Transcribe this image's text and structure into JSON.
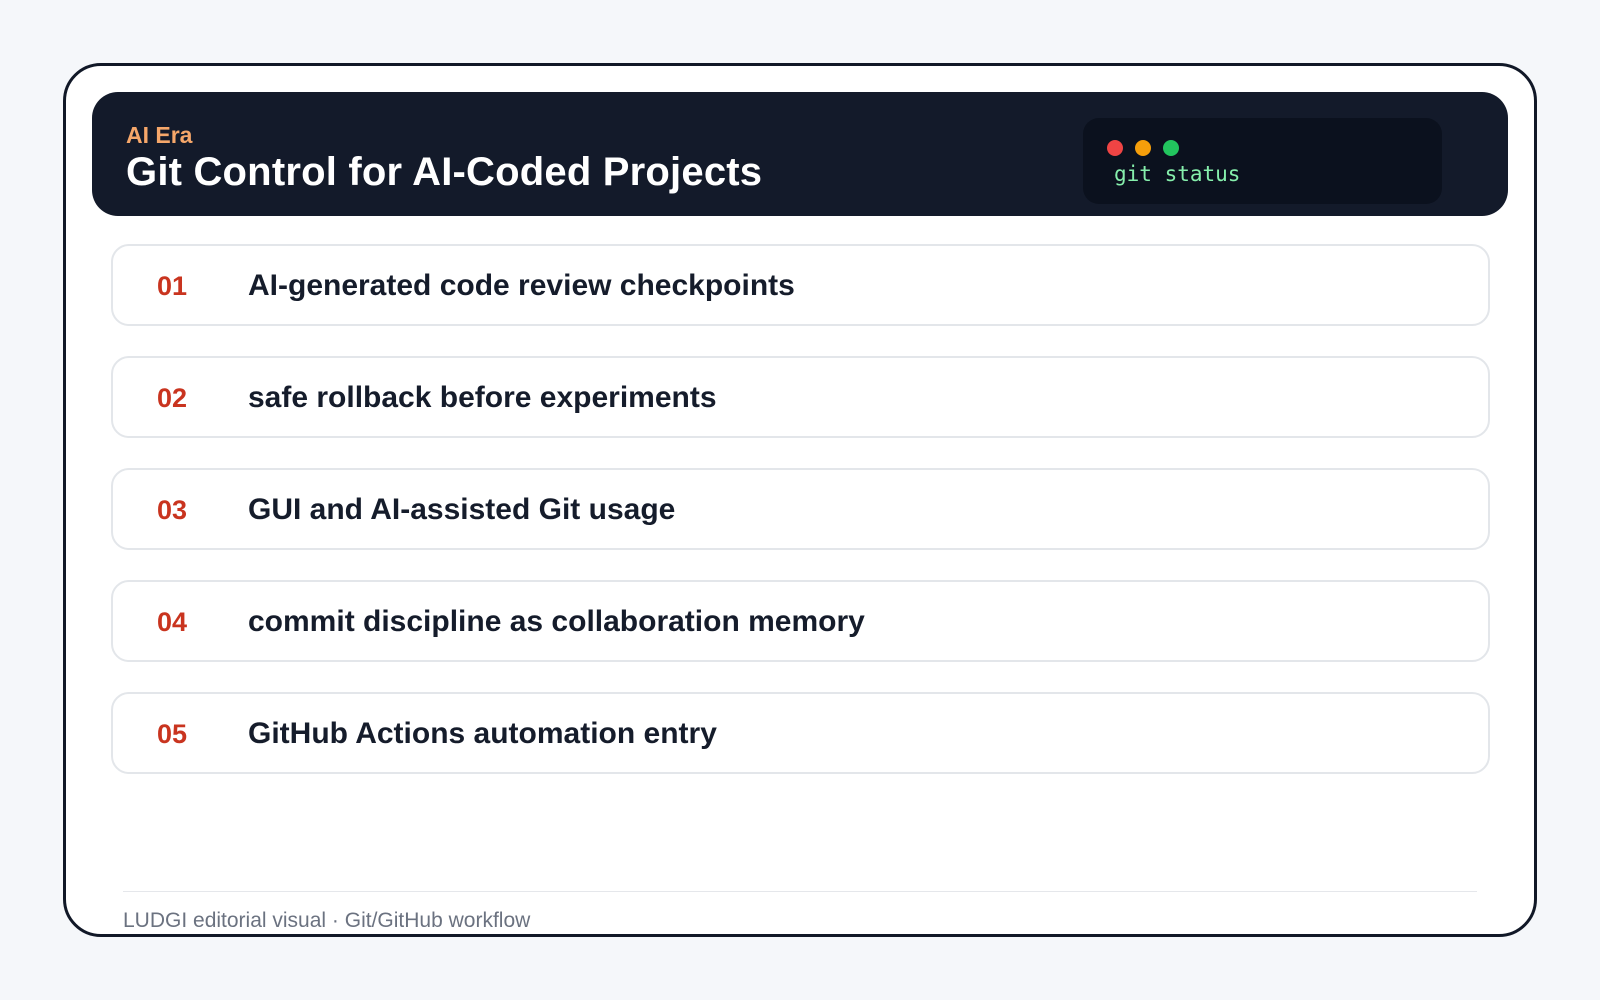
{
  "header": {
    "eyebrow": "AI Era",
    "title": "Git Control for AI-Coded Projects",
    "terminal": {
      "command": "git status",
      "dots": [
        "red",
        "yellow",
        "green"
      ]
    }
  },
  "items": [
    {
      "number": "01",
      "label": "AI-generated code review checkpoints"
    },
    {
      "number": "02",
      "label": "safe rollback before experiments"
    },
    {
      "number": "03",
      "label": "GUI and AI-assisted Git usage"
    },
    {
      "number": "04",
      "label": "commit discipline as collaboration memory"
    },
    {
      "number": "05",
      "label": "GitHub Actions automation entry"
    }
  ],
  "footer": {
    "text": "LUDGI editorial visual · Git/GitHub workflow"
  },
  "colors": {
    "header_bg": "#131a2a",
    "eyebrow": "#f6a76a",
    "accent_number": "#c9341f",
    "terminal_text": "#86efac"
  }
}
